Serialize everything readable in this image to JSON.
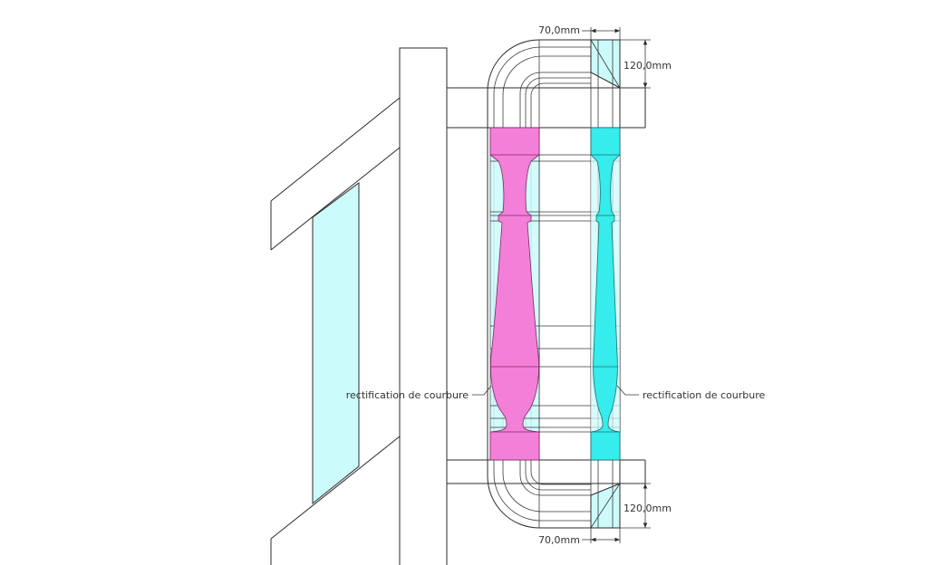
{
  "dimensions": {
    "top_width": "70,0mm",
    "top_height": "120,0mm",
    "bottom_height": "120,0mm",
    "bottom_width": "70,0mm"
  },
  "annotations": {
    "left": "rectification de courbure",
    "right": "rectification de courbure"
  },
  "colors": {
    "magenta": "#f47fd8",
    "cyan": "#36ecec",
    "light_cyan": "#ccfbfb",
    "line": "#2b2b2b"
  }
}
